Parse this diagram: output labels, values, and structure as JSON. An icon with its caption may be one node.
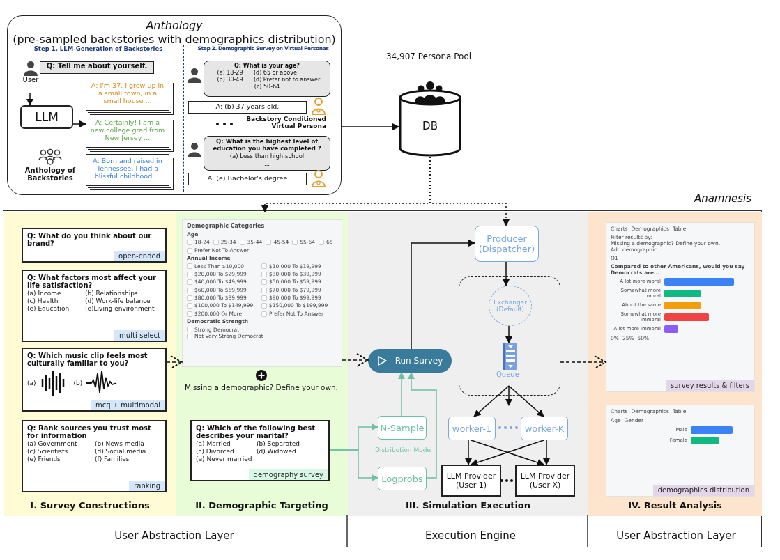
{
  "diagram": {
    "nodes": [
      {
        "text": [
          "Anthology",
          "(pre-sampled backstories with demographics distribution)"
        ]
      },
      {
        "text": [
          "Step 1. LLM-Generation of Backstories"
        ],
        "in": 0
      },
      {
        "text": [
          "User"
        ],
        "in": 1
      },
      {
        "text": [
          "Q: Tell me about yourself."
        ],
        "in": 1
      },
      {
        "text": [
          "LLM"
        ],
        "in": 1
      },
      {
        "text": [
          "A: I'm 37. I grew up in a small town, in a small house ..."
        ],
        "in": 1
      },
      {
        "text": [
          "A: Certainly! I am a new college grad from New Jersey ..."
        ],
        "in": 1
      },
      {
        "text": [
          "A: Born and raised in Tennessee, I had a blissful childhood ..."
        ],
        "in": 1
      },
      {
        "text": [
          "Anthology of Backstories"
        ],
        "in": 1
      },
      {
        "text": [
          "Step 2. Demographic Survey on Virtual Personas"
        ],
        "in": 0
      },
      {
        "text": [],
        "shape": "person",
        "in": 9
      },
      {
        "text": [
          "Q: What is your age?",
          "(a) 18-29",
          "(d) 65 or above",
          "(b) 30-49",
          "(d) Prefer not to answer",
          "(c) 50-64"
        ],
        "in": 9
      },
      {
        "text": [
          "A: (b) 37 years old."
        ],
        "in": 9
      },
      {
        "text": [],
        "shape": "person",
        "in": 9
      },
      {
        "text": [],
        "shape": "person",
        "in": 9
      },
      {
        "text": [
          "Q: What is the highest level of education you have completed ?",
          "(a) Less than high school",
          "..."
        ],
        "in": 9
      },
      {
        "text": [
          "A: (e) Bachelor's degree"
        ],
        "in": 9
      },
      {
        "text": [],
        "shape": "person",
        "in": 9
      },
      {
        "text": [
          "DB"
        ],
        "beside": [
          "34,907 Persona Pool"
        ]
      },
      {
        "text": [
          "Anamnesis"
        ]
      },
      {
        "text": [
          "I. Survey Constructions"
        ],
        "in": 19
      },
      {
        "text": [
          "Q: What do you think about our brand?",
          "open-ended"
        ],
        "in": 20
      },
      {
        "text": [
          "Q: What factors most affect your life satisfaction?",
          "(a) Income",
          "(b) Relationships",
          "(c) Health",
          "(d) Work-life balance",
          "(e) Education",
          "(e)Living environment",
          "multi-select"
        ],
        "in": 20
      },
      {
        "text": [
          "Q: Which music clip feels most culturally familiar to you?",
          "(a)",
          "(b)",
          "mcq + multimodal"
        ],
        "in": 20
      },
      {
        "text": [
          "Q: Rank sources you trust most for information",
          "(a) Government",
          "(b) News media",
          "(c) Scientists",
          "(d) Social media",
          "(e) Friends",
          "(f) Families",
          "ranking"
        ],
        "in": 20
      },
      {
        "text": [
          "II. Demographic Targeting"
        ],
        "in": 19
      },
      {
        "text": [
          "Demographic Categories",
          "Age",
          "18-24",
          "25-34",
          "35-44",
          "45-54",
          "55-64",
          "65+",
          "Prefer Not To Answer",
          "Annual Income",
          "Less Than $10,000",
          "$10,000 To $19,999",
          "$20,000 To $29,999",
          "$30,000 To $39,999",
          "$40,000 To $49,999",
          "$50,000 To $59,999",
          "$60,000 To $69,999",
          "$70,000 To $79,999",
          "$80,000 To $89,999",
          "$90,000 To $99,999",
          "$100,000 To $149,999",
          "$150,000 To $199,999",
          "$200,000 Or More",
          "Prefer Not To Answer",
          "Democratic Strength",
          "Strong Democrat",
          "Not Very Strong Democrat"
        ],
        "in": 25
      },
      {
        "text": [
          "Missing a demographic? Define your own."
        ],
        "in": 25
      },
      {
        "text": [
          "Q: Which of the following best describes your marital?",
          "(a) Married",
          "(b) Separated",
          "(c) Divorced",
          "(d) Widowed",
          "(e) Never married",
          "demography survey"
        ],
        "in": 25
      },
      {
        "text": [
          "III. Simulation Execution"
        ],
        "in": 19
      },
      {
        "text": [
          "Run Survey"
        ],
        "in": 29
      },
      {
        "text": [
          "Producer (Dispatcher)"
        ],
        "in": 29
      },
      {
        "text": [],
        "shape": "box",
        "in": 29
      },
      {
        "text": [
          "Exchanger (Default)"
        ],
        "in": 32
      },
      {
        "text": [
          "Queue"
        ],
        "in": 32
      },
      {
        "text": [
          "worker-1"
        ],
        "in": 29
      },
      {
        "text": [
          "worker-K"
        ],
        "in": 29
      },
      {
        "text": [
          "LLM Provider (User 1)"
        ],
        "in": 29
      },
      {
        "text": [
          "LLM Provider (User X)"
        ],
        "in": 29
      },
      {
        "text": [
          "N-Sample"
        ],
        "in": 29
      },
      {
        "text": [
          "Logprobs"
        ],
        "in": 29
      },
      {
        "text": [
          "IV. Result Analysis"
        ],
        "in": 19
      },
      {
        "text": [
          "Charts",
          "Demographics",
          "Table",
          "Filter results by:",
          "Missing a demographic? Define your own.",
          "Add demographic...",
          "Q1",
          "Compared to other Americans, would you say Democrats are...",
          "A lot more moral",
          "Somewhat more moral",
          "About the same",
          "Somewhat more immoral",
          "A lot more immoral",
          "0%",
          "25%",
          "50%",
          "survey results & filters"
        ],
        "in": 41
      },
      {
        "text": [
          "Charts",
          "Demographics",
          "Table",
          "Age",
          "Gender",
          "Male",
          "Female",
          "demographics distribution"
        ],
        "in": 41
      }
    ],
    "edges": [
      {
        "from": 2,
        "to": 4,
        "arrow": "to"
      },
      {
        "from": 4,
        "to": 6,
        "arrow": "to"
      },
      {
        "from": 0,
        "to": 18,
        "arrow": "to"
      },
      {
        "from": 18,
        "to": 25,
        "arrow": "to",
        "style": "dashed"
      },
      {
        "from": 18,
        "to": 31,
        "arrow": "to",
        "style": "dashed"
      },
      {
        "from": 23,
        "to": 26,
        "arrow": "to",
        "style": "dashed"
      },
      {
        "from": 26,
        "to": 30,
        "arrow": "to",
        "style": "dashed"
      },
      {
        "from": 32,
        "to": 42,
        "arrow": "to",
        "style": "dashed"
      },
      {
        "from": 30,
        "to": 31,
        "arrow": "to"
      },
      {
        "from": 31,
        "to": 33,
        "arrow": "to"
      },
      {
        "from": 33,
        "to": 34,
        "arrow": "to"
      },
      {
        "from": 34,
        "to": 35,
        "arrow": "to"
      },
      {
        "from": 34,
        "to": null,
        "arrow": "to"
      },
      {
        "from": 34,
        "to": 36,
        "arrow": "to"
      },
      {
        "from": 35,
        "to": 37,
        "arrow": "to"
      },
      {
        "from": 35,
        "to": 38,
        "arrow": "to"
      },
      {
        "from": 36,
        "to": 37,
        "arrow": "to"
      },
      {
        "from": 36,
        "to": 38,
        "arrow": "to"
      },
      {
        "from": 28,
        "to": 39,
        "arrow": "to",
        "color": "#6fbfa6"
      },
      {
        "from": 28,
        "to": 40,
        "arrow": "to",
        "color": "#6fbfa6"
      },
      {
        "from": 39,
        "to": 30,
        "arrow": "to",
        "color": "#6fbfa6"
      },
      {
        "from": 40,
        "to": 30,
        "arrow": "to",
        "color": "#6fbfa6"
      }
    ],
    "labels": [
      "Backstory Conditioned Virtual Persona",
      "Distribution Mode",
      "User Abstraction Layer",
      "Execution Engine",
      "User Abstraction Layer"
    ]
  }
}
